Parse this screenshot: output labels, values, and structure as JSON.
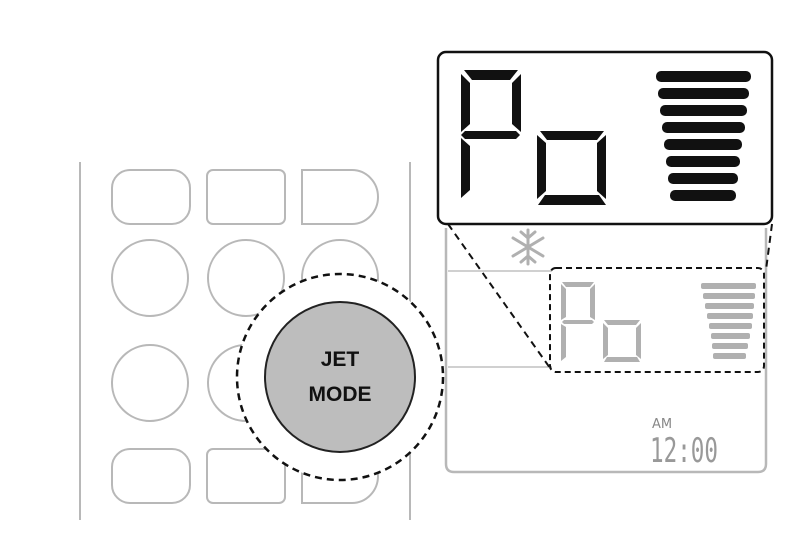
{
  "remote": {
    "highlighted_button": {
      "line1": "JET",
      "line2": "MODE"
    }
  },
  "display": {
    "mode_text": "Po",
    "fan_level_bars": 8,
    "am_label": "AM",
    "time": "12:00",
    "icon": "snowflake-icon"
  },
  "colors": {
    "outline": "#b8b8b8",
    "button_fill": "#bdbdbd",
    "lcd_dark": "#111111",
    "lcd_grey": "#b0b0b0"
  }
}
